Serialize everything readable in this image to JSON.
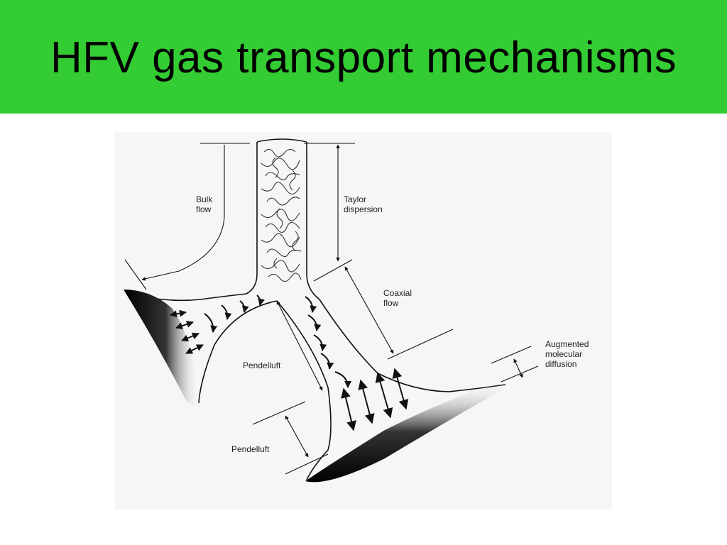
{
  "slide": {
    "title": "HFV gas transport mechanisms",
    "title_bar_color": "#33cc33"
  },
  "diagram": {
    "labels": {
      "bulk_flow": [
        "Bulk",
        "flow"
      ],
      "taylor_dispersion": [
        "Taylor",
        "dispersion"
      ],
      "coaxial_flow": [
        "Coaxial",
        "flow"
      ],
      "augmented_molecular_diffusion": [
        "Augmented",
        "molecular",
        "diffusion"
      ],
      "pendelluft_upper": [
        "Pendelluft"
      ],
      "pendelluft_lower": [
        "Pendelluft"
      ]
    }
  }
}
